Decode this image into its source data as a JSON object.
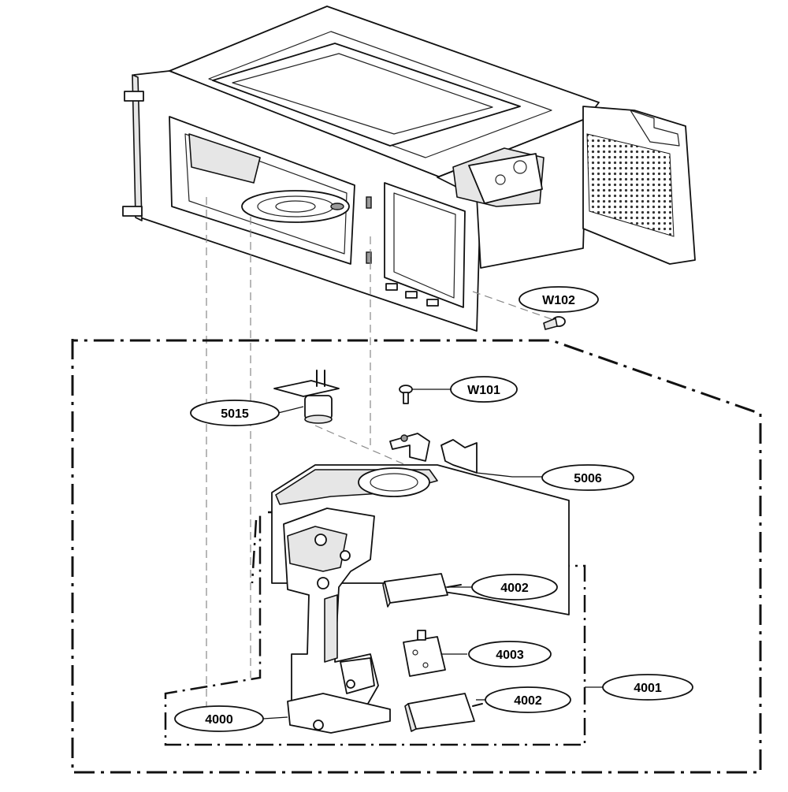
{
  "diagram": {
    "callouts": [
      {
        "id": "w102",
        "label": "W102"
      },
      {
        "id": "w101",
        "label": "W101"
      },
      {
        "id": "5015",
        "label": "5015"
      },
      {
        "id": "5006",
        "label": "5006"
      },
      {
        "id": "4002a",
        "label": "4002"
      },
      {
        "id": "4003",
        "label": "4003"
      },
      {
        "id": "4001",
        "label": "4001"
      },
      {
        "id": "4002b",
        "label": "4002"
      },
      {
        "id": "4000",
        "label": "4000"
      }
    ],
    "colors": {
      "line": "#111111",
      "fill": "#ffffff",
      "shade": "#e6e6e6"
    }
  }
}
